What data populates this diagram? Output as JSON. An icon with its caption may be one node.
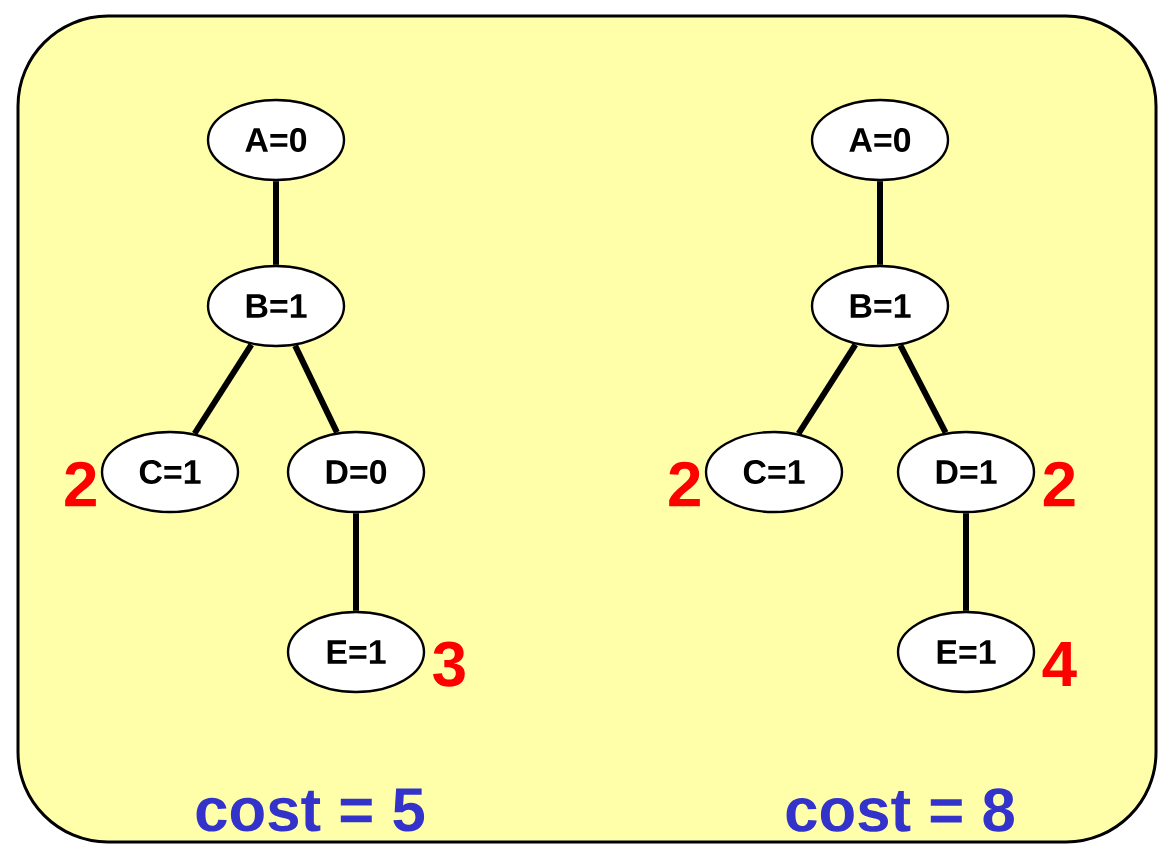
{
  "diagram": {
    "nodes": [
      {
        "text": [
          "A=0"
        ]
      },
      {
        "text": [
          "B=1"
        ]
      },
      {
        "text": [
          "C=1"
        ],
        "beside": [
          "2"
        ]
      },
      {
        "text": [
          "D=0"
        ]
      },
      {
        "text": [
          "E=1"
        ],
        "beside": [
          "3"
        ]
      },
      {
        "text": [
          "A=0"
        ]
      },
      {
        "text": [
          "B=1"
        ]
      },
      {
        "text": [
          "C=1"
        ],
        "beside": [
          "2"
        ]
      },
      {
        "text": [
          "D=1"
        ],
        "beside": [
          "2"
        ]
      },
      {
        "text": [
          "E=1"
        ],
        "beside": [
          "4"
        ]
      }
    ],
    "edges": [
      {
        "from": 0,
        "to": 1,
        "arrow": "none"
      },
      {
        "from": 1,
        "to": 2,
        "arrow": "none"
      },
      {
        "from": 1,
        "to": 3,
        "arrow": "none"
      },
      {
        "from": 3,
        "to": 4,
        "arrow": "none"
      },
      {
        "from": 5,
        "to": 6,
        "arrow": "none"
      },
      {
        "from": 6,
        "to": 7,
        "arrow": "none"
      },
      {
        "from": 6,
        "to": 8,
        "arrow": "none"
      },
      {
        "from": 8,
        "to": 9,
        "arrow": "none"
      }
    ],
    "labels": [
      "cost = 5",
      "cost = 8"
    ]
  }
}
